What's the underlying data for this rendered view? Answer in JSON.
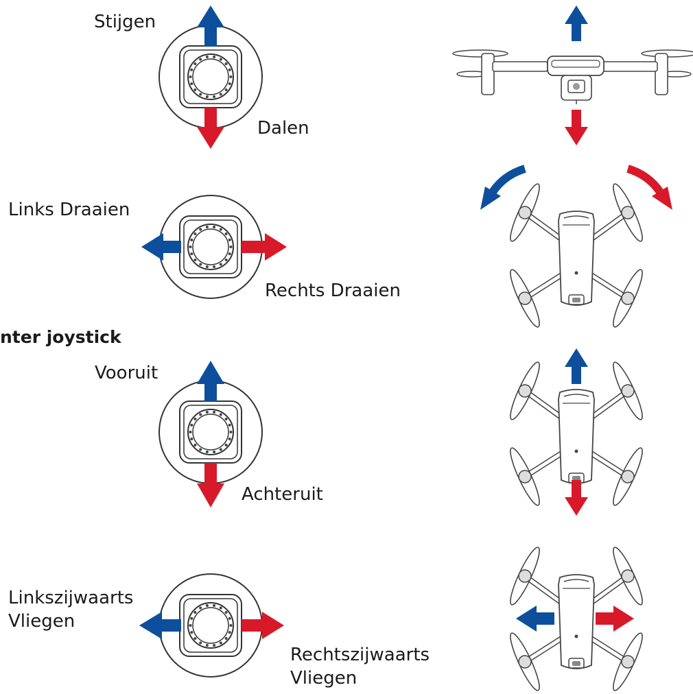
{
  "section_heading": "nter joystick",
  "colors": {
    "blue": "#0d4f9c",
    "red": "#d8192a",
    "outline": "#333333"
  },
  "rows": [
    {
      "id": "throttle",
      "label_a": "Stijgen",
      "label_b": "Dalen",
      "stick_axis": "vertical",
      "drone_view": "front",
      "drone_motion": "up-down"
    },
    {
      "id": "yaw",
      "label_a": "Links Draaien",
      "label_b": "Rechts Draaien",
      "stick_axis": "horizontal",
      "drone_view": "top",
      "drone_motion": "rotate"
    },
    {
      "id": "pitch",
      "label_a": "Vooruit",
      "label_b": "Achteruit",
      "stick_axis": "vertical",
      "drone_view": "top",
      "drone_motion": "forward-backward"
    },
    {
      "id": "roll",
      "label_a": "Linkszijwaarts\nVliegen",
      "label_b": "Rechtszijwaarts\nVliegen",
      "stick_axis": "horizontal",
      "drone_view": "top",
      "drone_motion": "left-right"
    }
  ]
}
